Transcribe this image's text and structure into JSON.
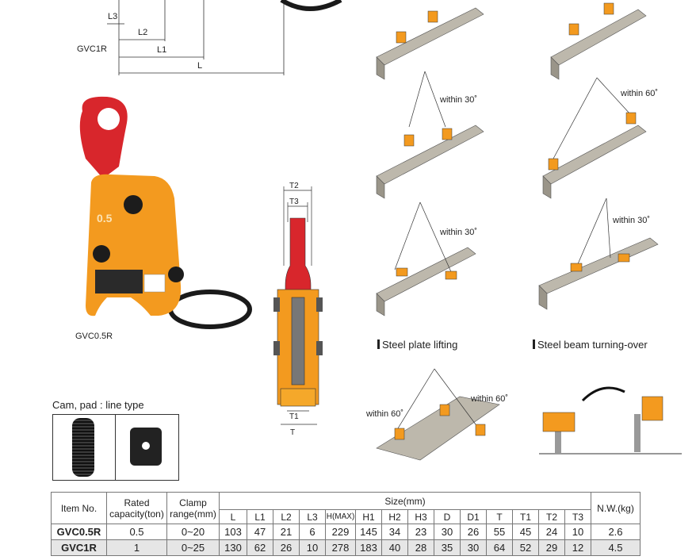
{
  "top_drawing": {
    "dims": [
      "L3",
      "L2",
      "L1",
      "L"
    ],
    "model_label": "GVC1R"
  },
  "photo": {
    "model_label": "GVC0.5R",
    "ring_color": "#1a1a1a",
    "body_color": "#f39a1f",
    "eye_color": "#d8262c"
  },
  "section": {
    "dims": [
      "T2",
      "T3",
      "T1",
      "T"
    ]
  },
  "cam_pad": {
    "title": "Cam, pad : line type"
  },
  "usage": {
    "angle_labels": [
      "within 30˚",
      "within 60˚",
      "within 30˚",
      "within 30˚",
      "within 60˚",
      "within 60˚"
    ],
    "captions": [
      "Steel plate lifting",
      "Steel beam turning-over"
    ]
  },
  "table": {
    "headers": {
      "item_no": "Item No.",
      "capacity": "Rated capacity(ton)",
      "clamp_range": "Clamp range(mm)",
      "size": "Size(mm)",
      "nw": "N.W.(kg)"
    },
    "size_columns": [
      "L",
      "L1",
      "L2",
      "L3",
      "H(MAX)",
      "H1",
      "H2",
      "H3",
      "D",
      "D1",
      "T",
      "T1",
      "T2",
      "T3"
    ],
    "rows": [
      {
        "item": "GVC0.5R",
        "capacity": "0.5",
        "range": "0~20",
        "sizes": [
          "103",
          "47",
          "21",
          "6",
          "229",
          "145",
          "34",
          "23",
          "30",
          "26",
          "55",
          "45",
          "24",
          "10"
        ],
        "nw": "2.6"
      },
      {
        "item": "GVC1R",
        "capacity": "1",
        "range": "0~25",
        "sizes": [
          "130",
          "62",
          "26",
          "10",
          "278",
          "183",
          "40",
          "28",
          "35",
          "30",
          "64",
          "52",
          "29",
          "12"
        ],
        "nw": "4.5"
      }
    ]
  }
}
